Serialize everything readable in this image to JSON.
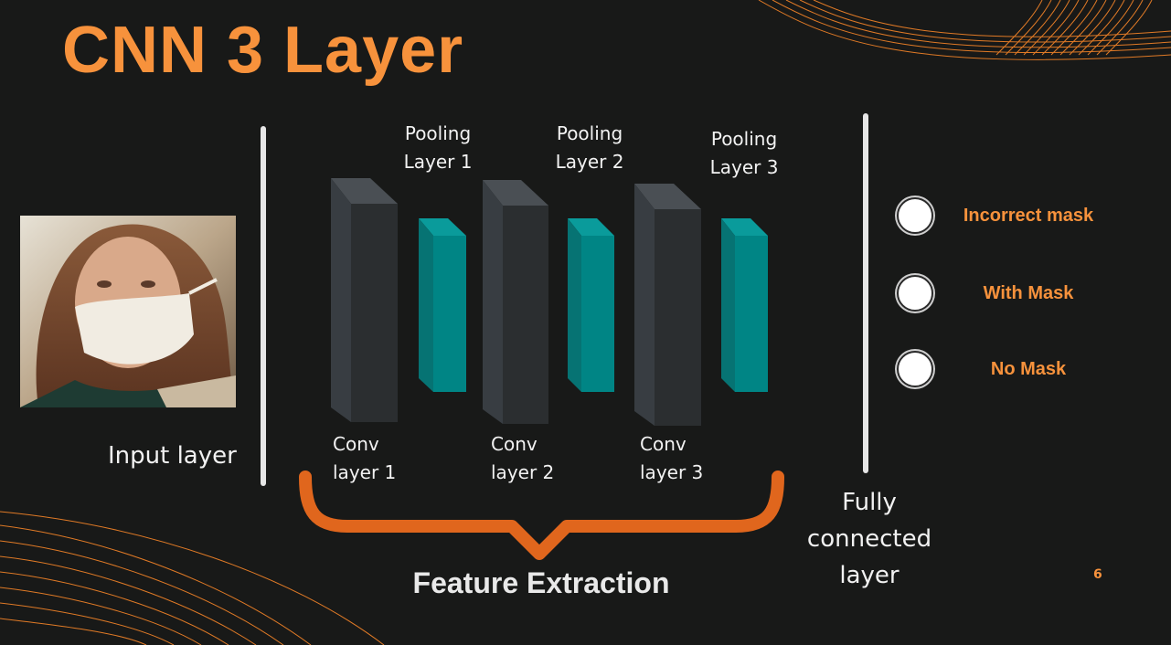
{
  "title": "CNN 3 Layer",
  "input": {
    "label": "Input layer",
    "image": "woman-with-mask-photo"
  },
  "conv_layers": [
    {
      "label_line1": "Conv",
      "label_line2": "layer 1"
    },
    {
      "label_line1": "Conv",
      "label_line2": "layer 2"
    },
    {
      "label_line1": "Conv",
      "label_line2": "layer 3"
    }
  ],
  "pooling_layers": [
    {
      "label_line1": "Pooling",
      "label_line2": "Layer 1"
    },
    {
      "label_line1": "Pooling",
      "label_line2": "Layer 2"
    },
    {
      "label_line1": "Pooling",
      "label_line2": "Layer 3"
    }
  ],
  "feature_extraction": "Feature Extraction",
  "fully_connected": {
    "line1": "Fully",
    "line2": "connected",
    "line3": "layer"
  },
  "outputs": [
    {
      "label": "Incorrect mask"
    },
    {
      "label": "With Mask"
    },
    {
      "label": "No Mask"
    }
  ],
  "page_number": "6",
  "colors": {
    "accent": "#f7923c",
    "background": "#181918",
    "conv_block": "#2b2e30",
    "pool_block": "#008080",
    "brace": "#e0661d"
  }
}
